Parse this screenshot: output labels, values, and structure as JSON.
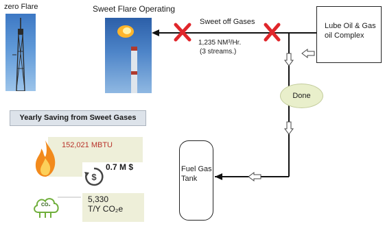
{
  "labels": {
    "zero_flare": "zero Flare",
    "sweet_flare": "Sweet Flare Operating",
    "sweet_off_gases": "Sweet off Gases",
    "flow_rate": "1,235 NM³/Hr.",
    "streams": "(3 streams.)",
    "lube_oil": "Lube Oil & Gas oil Complex",
    "done": "Done",
    "fuel_gas_tank": "Fuel Gas Tank"
  },
  "savings": {
    "title": "Yearly Saving  from Sweet Gases",
    "energy": "152,021 MBTU",
    "money": "0.7 M $",
    "co2_value": "5,330",
    "co2_unit": "T/Y CO₂e",
    "co2_badge": "CO₂"
  },
  "icons": [
    "flare-tower-icon",
    "flare-flame-icon",
    "cross-mark-icon",
    "flame-icon",
    "dollar-cycle-icon",
    "co2-cloud-icon"
  ],
  "colors": {
    "cross": "#e0262b",
    "energy_text": "#b8322a",
    "pipe": "#111111",
    "done_fill": "#e9efcb",
    "highlight_fill": "#eeefd9"
  }
}
